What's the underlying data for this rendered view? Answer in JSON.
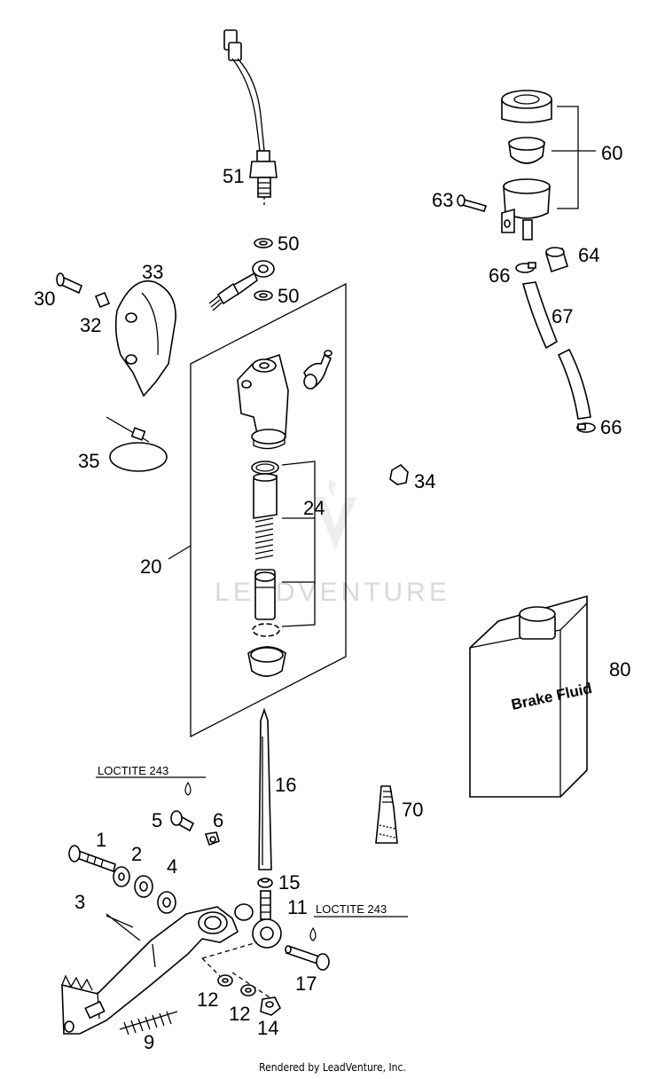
{
  "labels": {
    "l1": "1",
    "l2": "2",
    "l3": "3",
    "l4": "4",
    "l5": "5",
    "l6": "6",
    "l9": "9",
    "l11": "11",
    "l12a": "12",
    "l12b": "12",
    "l14": "14",
    "l15": "15",
    "l16": "16",
    "l17": "17",
    "l20": "20",
    "l24": "24",
    "l30": "30",
    "l32": "32",
    "l33": "33",
    "l34": "34",
    "l35": "35",
    "l50a": "50",
    "l50b": "50",
    "l51": "51",
    "l60": "60",
    "l63": "63",
    "l64": "64",
    "l66a": "66",
    "l66b": "66",
    "l67": "67",
    "l70": "70",
    "l80": "80"
  },
  "notes": {
    "loctite_left": "LOCTITE 243",
    "loctite_right": "LOCTITE 243"
  },
  "brake_fluid_text": "Brake Fluid",
  "watermark": "LEADVENTURE",
  "footer": "Rendered by LeadVenture, Inc."
}
